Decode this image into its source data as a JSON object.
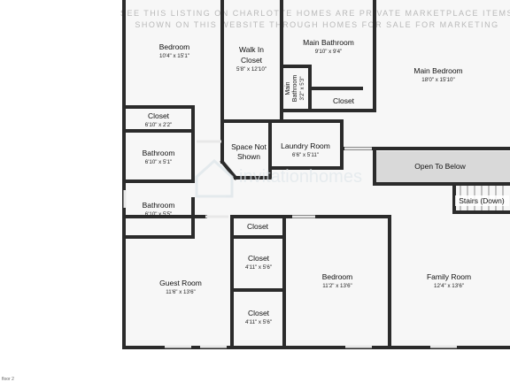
{
  "top_note": {
    "line1": "SEE THIS LISTING ON CHARLOTTE HOMES ARE PRIVATE MARKETPLACE ITEMS",
    "line2": "SHOWN ON THIS WEBSITE THROUGH HOMES FOR SALE FOR MARKETING"
  },
  "watermark": "invitationhomes",
  "footer": {
    "floor_label": "floor 2"
  },
  "rooms": {
    "bedroom_left": {
      "name": "Bedroom",
      "dims": "10'4\" x 15'1\""
    },
    "walk_in_closet": {
      "name_line1": "Walk In",
      "name_line2": "Closet",
      "dims": "5'8\" x 12'10\""
    },
    "main_bathroom": {
      "name": "Main Bathroom",
      "dims": "9'10\" x 9'4\""
    },
    "main_bedroom": {
      "name": "Main Bedroom",
      "dims": "18'0\" x 15'10\""
    },
    "main_bathroom_small": {
      "name_line1": "Main",
      "name_line2": "Bathroom",
      "dims": "3'2\" x 5'3\""
    },
    "closet_main": {
      "name": "Closet"
    },
    "closet_left": {
      "name": "Closet",
      "dims": "6'10\" x 2'2\""
    },
    "bathroom_1": {
      "name": "Bathroom",
      "dims": "6'10\" x 5'1\""
    },
    "space_not_shown": {
      "name_line1": "Space Not",
      "name_line2": "Shown"
    },
    "laundry_room": {
      "name": "Laundry Room",
      "dims": "6'6\" x 5'11\""
    },
    "open_to_below": {
      "name": "Open To Below"
    },
    "stairs": {
      "name": "Stairs (Down)"
    },
    "bathroom_2": {
      "name": "Bathroom",
      "dims": "6'10\" x 5'5\""
    },
    "closet_hall": {
      "name": "Closet"
    },
    "closet_a": {
      "name": "Closet",
      "dims": "4'11\" x 5'6\""
    },
    "closet_b": {
      "name": "Closet",
      "dims": "4'11\" x 5'6\""
    },
    "guest_room": {
      "name": "Guest Room",
      "dims": "11'6\" x 13'6\""
    },
    "bedroom_center": {
      "name": "Bedroom",
      "dims": "11'2\" x 13'6\""
    },
    "family_room": {
      "name": "Family Room",
      "dims": "12'4\" x 13'6\""
    }
  }
}
